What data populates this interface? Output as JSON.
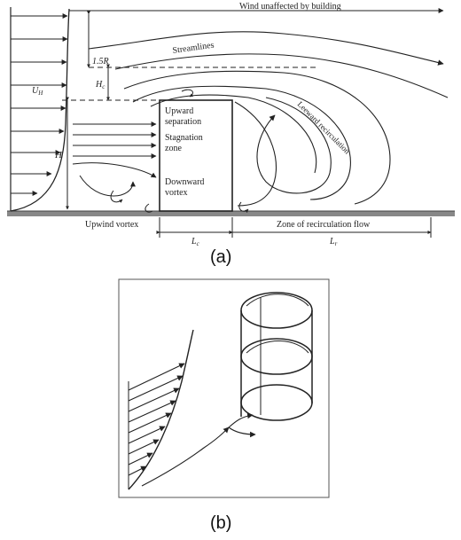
{
  "panel_a": {
    "caption": "(a)",
    "labels": {
      "wind_unaffected": "Wind unaffected by building",
      "streamlines": "Streamlines",
      "leeward_recirculation": "Leeward recirculation",
      "upward_separation_1": "Upward",
      "upward_separation_2": "separation",
      "stagnation_1": "Stagnation",
      "stagnation_2": "zone",
      "downward_1": "Downward",
      "downward_2": "vortex",
      "upwind_vortex": "Upwind vortex",
      "zone_recirculation": "Zone of recirculation flow",
      "uh": "U",
      "uh_sub": "H",
      "h": "H",
      "r15": "1.5R",
      "hc": "H",
      "hc_sub": "c",
      "lc": "L",
      "lc_sub": "c",
      "lr": "L",
      "lr_sub": "r"
    }
  },
  "panel_b": {
    "caption": "(b)"
  },
  "colors": {
    "line": "#222222",
    "ground": "#777777",
    "frame": "#555555"
  }
}
